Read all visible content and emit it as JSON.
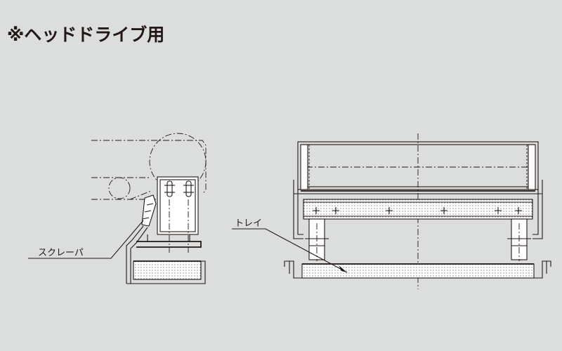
{
  "title": "※ヘッドドライブ用",
  "labels": {
    "scraper": "スクレーパ",
    "tray": "トレイ"
  },
  "colors": {
    "background": "#dcdddd",
    "line": "#231815"
  }
}
